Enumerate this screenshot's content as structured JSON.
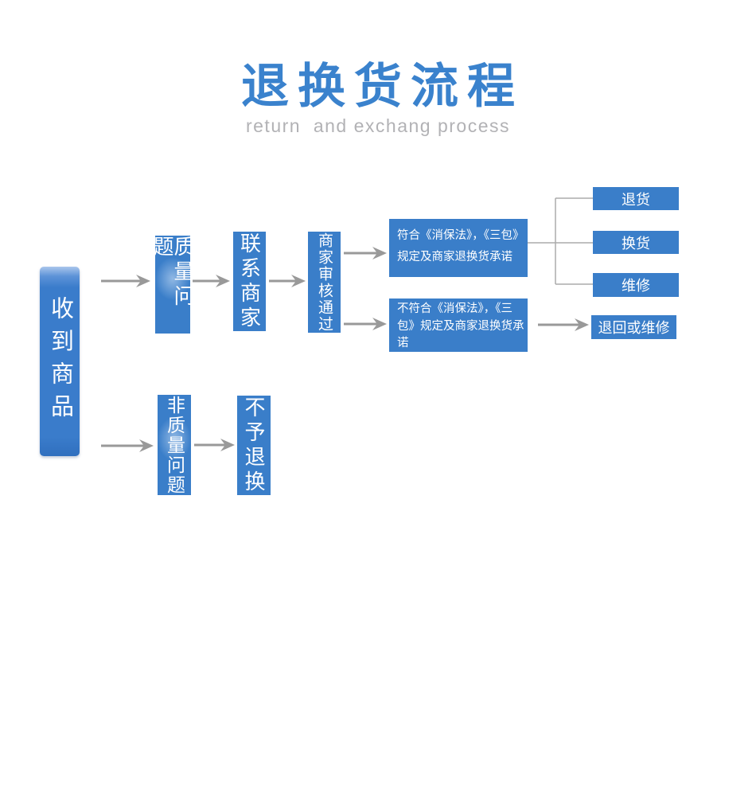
{
  "header": {
    "title": "退换货流程",
    "subtitle": "return  and exchang process"
  },
  "nodes": {
    "receive": "收到商品",
    "quality": "质量问题",
    "contact": "联系商家",
    "review": "商家审核通过",
    "eligible": "符合《消保法》，《三包》\n规定及商家退换货承诺",
    "ineligible": "不符合《消保法》，《三\n包》规定及商家退换货承\n诺",
    "return_goods": "退货",
    "exchange_goods": "换货",
    "repair": "维修",
    "return_or_repair": "退回或维修",
    "non_quality": "非质量问题",
    "no_return": "不予退换"
  },
  "edges": [
    [
      "收到商品",
      "质量问题"
    ],
    [
      "质量问题",
      "联系商家"
    ],
    [
      "联系商家",
      "商家审核通过"
    ],
    [
      "商家审核通过",
      "符合《消保法》，《三包》规定及商家退换货承诺"
    ],
    [
      "商家审核通过",
      "不符合《消保法》，《三包》规定及商家退换货承诺"
    ],
    [
      "符合《消保法》，《三包》规定及商家退换货承诺",
      "退货"
    ],
    [
      "符合《消保法》，《三包》规定及商家退换货承诺",
      "换货"
    ],
    [
      "符合《消保法》，《三包》规定及商家退换货承诺",
      "维修"
    ],
    [
      "不符合《消保法》，《三包》规定及商家退换货承诺",
      "退回或维修"
    ],
    [
      "收到商品",
      "非质量问题"
    ],
    [
      "非质量问题",
      "不予退换"
    ]
  ],
  "colors": {
    "node_blue": "#3a7ec9",
    "title_blue": "#3a82cd",
    "subtitle_gray": "#b2b2b5",
    "arrow_gray": "#999999",
    "bracket_gray": "#ababab",
    "background": "#ffffff",
    "node_text": "#ffffff"
  }
}
